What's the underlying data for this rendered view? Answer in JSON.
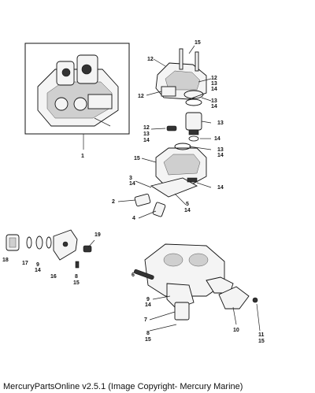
{
  "footer": {
    "caption": "MercuryPartsOnline v2.5.1 (Image Copyright- Mercury Marine)"
  },
  "callouts": {
    "c1": "1",
    "c2": "2",
    "c3": "3",
    "c4": "4",
    "c5": "5",
    "c6": "6",
    "c7": "7",
    "c8a": "8",
    "c8b": "8",
    "c9a": "9",
    "c9b": "9",
    "c10": "10",
    "c11": "11",
    "c12a": "12",
    "c12b": "12",
    "c12c": "12",
    "c12d": "12",
    "c13a": "13",
    "c13b": "13",
    "c13c": "13",
    "c13d": "13",
    "c13e": "13",
    "c14a": "14",
    "c14b": "14",
    "c14c": "14",
    "c14d": "14",
    "c14e": "14",
    "c14f": "14",
    "c14g": "14",
    "c14h": "14",
    "c14i": "14",
    "c14j": "14",
    "c15a": "15",
    "c15b": "15",
    "c15c": "15",
    "c15d": "15",
    "c15e": "15",
    "c16": "16",
    "c17": "17",
    "c18": "18",
    "c19": "19"
  }
}
